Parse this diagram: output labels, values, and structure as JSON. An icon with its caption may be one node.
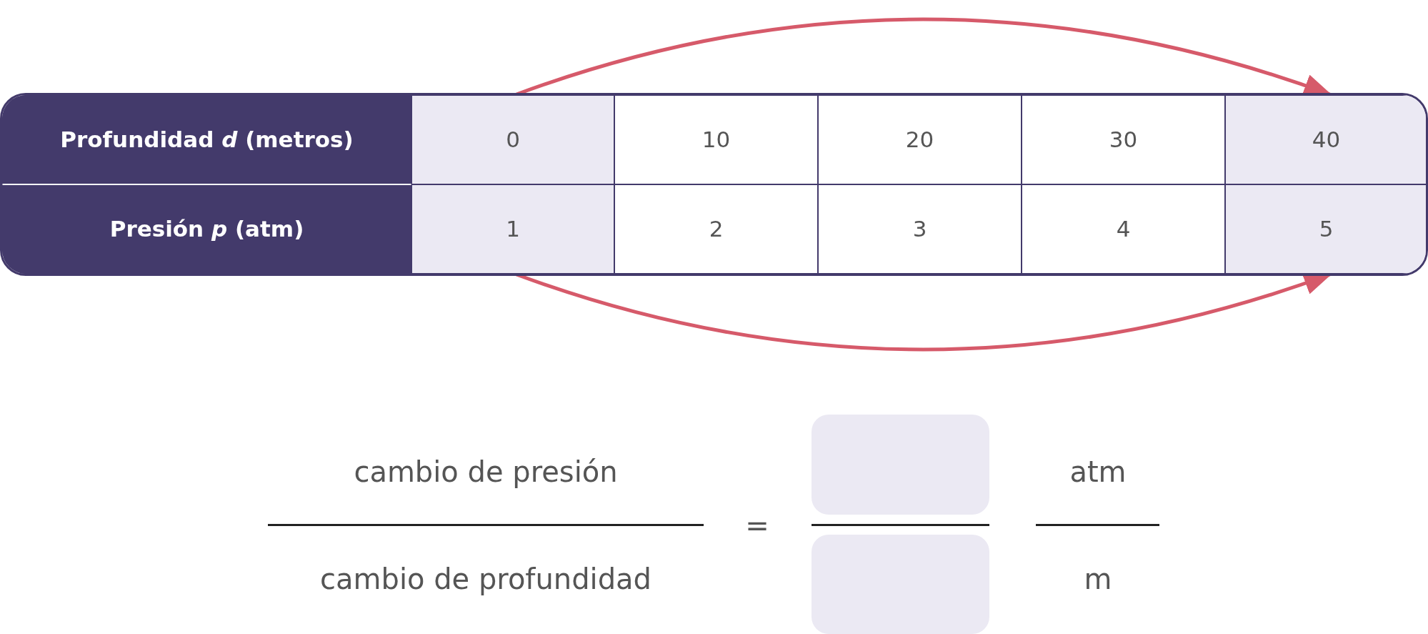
{
  "diagram": {
    "nodes": [
      {
        "text": [
          "0"
        ]
      },
      {
        "text": [
          "40"
        ]
      },
      {
        "text": [
          "1"
        ]
      },
      {
        "text": [
          "5"
        ]
      },
      {
        "text": [],
        "shape": "box"
      },
      {
        "text": [],
        "shape": "box"
      }
    ],
    "edges": [
      {
        "from": 0,
        "to": 1,
        "arrow": "to"
      },
      {
        "from": 2,
        "to": 3,
        "arrow": "to"
      }
    ],
    "labels": [
      "Profundidad *d* (metros)",
      "10",
      "20",
      "30",
      "Presión *p* (atm)",
      "2",
      "3",
      "4",
      "cambio de presión",
      "=",
      "atm",
      "cambio de profundidad",
      "m"
    ]
  }
}
